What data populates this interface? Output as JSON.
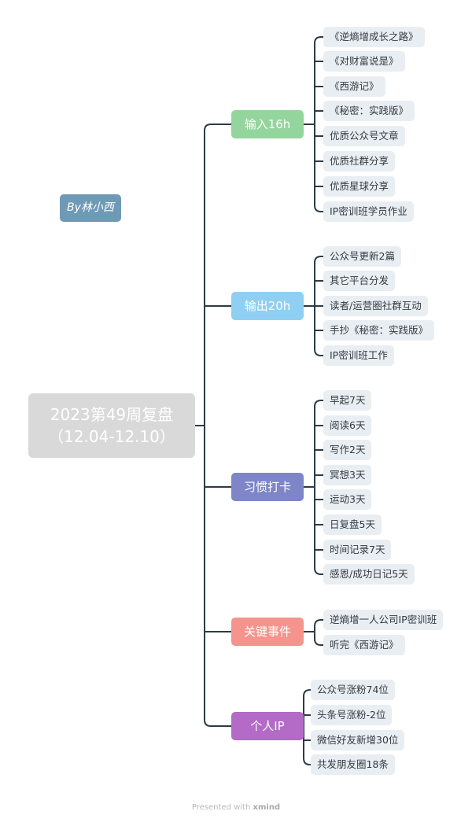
{
  "root": {
    "line1": "2023第49周复盘",
    "line2": "（12.04-12.10）"
  },
  "author": "By林小西",
  "colors": {
    "branch_input": "#93d59c",
    "branch_output": "#8fd0f2",
    "branch_habit": "#7e86c8",
    "branch_event": "#f4948c",
    "branch_ip": "#b36bc7",
    "connector": "#2c3b48"
  },
  "branches": [
    {
      "label": "输入16h",
      "items": [
        "《逆熵增成长之路》",
        "《对财富说是》",
        "《西游记》",
        "《秘密：实践版》",
        "优质公众号文章",
        "优质社群分享",
        "优质星球分享",
        "IP密训班学员作业"
      ]
    },
    {
      "label": "输出20h",
      "items": [
        "公众号更新2篇",
        "其它平台分发",
        "读者/运营圈社群互动",
        "手抄《秘密：实践版》",
        "IP密训班工作"
      ]
    },
    {
      "label": "习惯打卡",
      "items": [
        "早起7天",
        "阅读6天",
        "写作2天",
        "冥想3天",
        "运动3天",
        "日复盘5天",
        "时间记录7天",
        "感恩/成功日记5天"
      ]
    },
    {
      "label": "关键事件",
      "items": [
        "逆熵增一人公司IP密训班",
        "听完《西游记》"
      ]
    },
    {
      "label": "个人IP",
      "items": [
        "公众号涨粉74位",
        "头条号涨粉-2位",
        "微信好友新增30位",
        "共发朋友圈18条"
      ]
    }
  ],
  "footer": {
    "prefix": "Presented with",
    "brand": "xmind"
  }
}
